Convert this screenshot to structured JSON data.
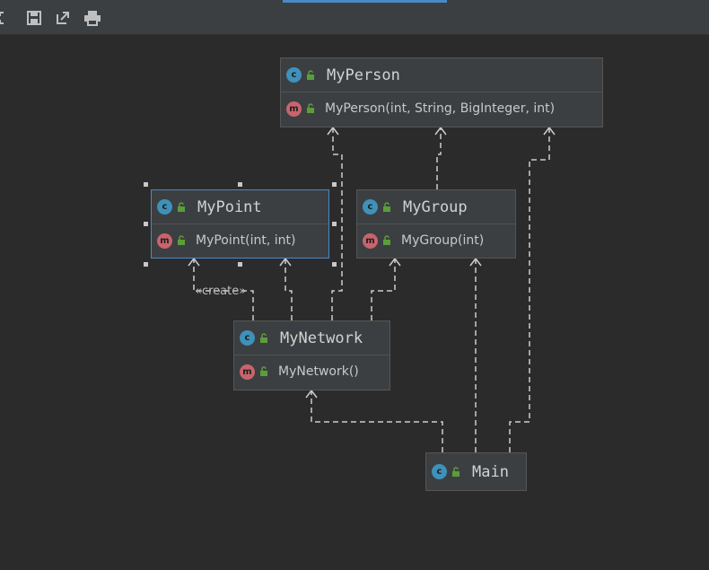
{
  "colors": {
    "background": "#2b2b2b",
    "node_bg": "#3c3f41",
    "node_border": "#555555",
    "selected_border": "#4a88c7",
    "class_badge": "#3f91ba",
    "method_badge": "#c8646d",
    "lock": "#5a9e3a",
    "edge": "#cccccc"
  },
  "toolbar": {
    "icons": [
      "collapse-icon",
      "save-icon",
      "export-icon",
      "print-icon"
    ]
  },
  "badges": {
    "class_letter": "c",
    "method_letter": "m"
  },
  "nodes": {
    "myperson": {
      "name": "MyPerson",
      "members": [
        "MyPerson(int, String, BigInteger, int)"
      ]
    },
    "mypoint": {
      "name": "MyPoint",
      "members": [
        "MyPoint(int, int)"
      ],
      "selected": true
    },
    "mygroup": {
      "name": "MyGroup",
      "members": [
        "MyGroup(int)"
      ]
    },
    "mynetwork": {
      "name": "MyNetwork",
      "members": [
        "MyNetwork()"
      ]
    },
    "main": {
      "name": "Main",
      "members": []
    }
  },
  "edges": [
    {
      "from": "MyNetwork",
      "to": "MyPerson",
      "style": "dashed"
    },
    {
      "from": "MyNetwork",
      "to": "MyPoint",
      "style": "dashed",
      "label": "«create»"
    },
    {
      "from": "MyNetwork",
      "to": "MyPoint",
      "style": "dashed"
    },
    {
      "from": "MyNetwork",
      "to": "MyGroup",
      "style": "dashed"
    },
    {
      "from": "MyGroup",
      "to": "MyPerson",
      "style": "dashed"
    },
    {
      "from": "Main",
      "to": "MyNetwork",
      "style": "dashed"
    },
    {
      "from": "Main",
      "to": "MyGroup",
      "style": "dashed"
    },
    {
      "from": "Main",
      "to": "MyPerson",
      "style": "dashed"
    }
  ],
  "edge_labels": {
    "create": "«create»"
  }
}
